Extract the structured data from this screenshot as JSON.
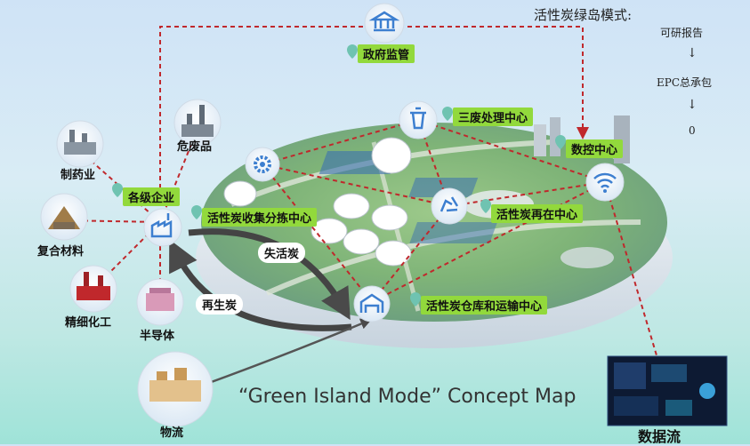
{
  "side_panel": {
    "title": "活性炭绿岛模式:",
    "steps": [
      "可研报告",
      "EPC总承包",
      "0"
    ],
    "arrow_glyph": "↓"
  },
  "nodes": {
    "gov": "政府监管",
    "waste": "三废处理中心",
    "control": "数控中心",
    "enterprise": "各级企业",
    "collect": "活性炭收集分拣中心",
    "regen": "活性炭再在中心",
    "warehouse": "活性炭仓库和运输中心"
  },
  "industries": {
    "pharma": "制药业",
    "hazard": "危废品",
    "composite": "复合材料",
    "chem": "精细化工",
    "semi": "半导体",
    "logistics": "物流"
  },
  "flows": {
    "spent": "失活炭",
    "regenerated": "再生炭"
  },
  "caption": "“Green Island Mode” Concept Map",
  "data_flow": "数据流",
  "colors": {
    "accent_green": "#92d93c",
    "dashed_red": "#c0282c",
    "icon_blue": "#3d7fd0"
  }
}
